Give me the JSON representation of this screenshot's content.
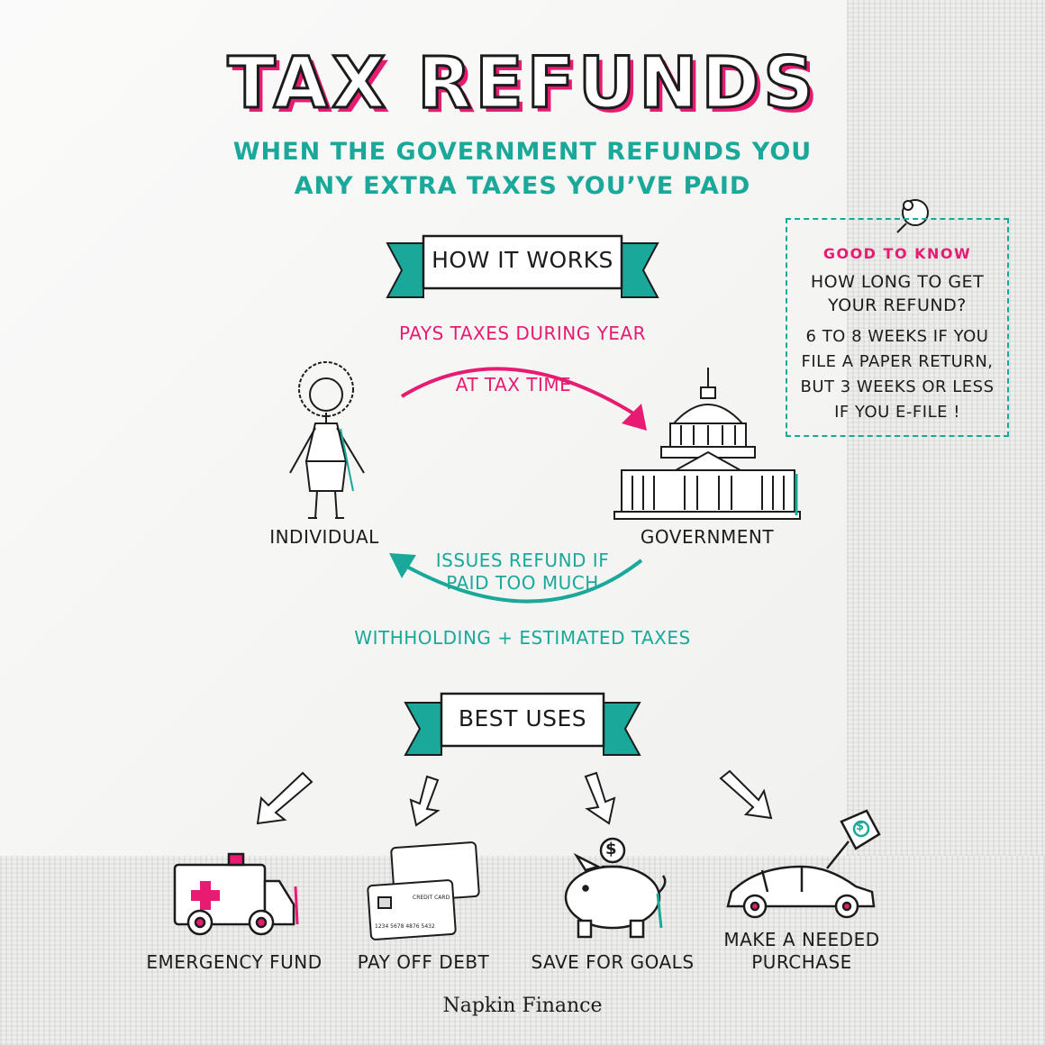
{
  "title": "TAX REFUNDS",
  "subtitle": {
    "line1": "WHEN THE GOVERNMENT REFUNDS YOU",
    "line2": "ANY EXTRA TAXES YOU’VE PAID"
  },
  "how_it_works": {
    "banner": "HOW IT WORKS",
    "top_arrow_label": "PAYS TAXES DURING YEAR",
    "top_arrow_sublabel": "AT TAX TIME",
    "left_node": "INDIVIDUAL",
    "right_node": "GOVERNMENT",
    "bottom_arrow_label_line1": "ISSUES REFUND IF",
    "bottom_arrow_label_line2": "PAID TOO MUCH",
    "bottom_caption": "WITHHOLDING + ESTIMATED TAXES"
  },
  "good_to_know": {
    "heading": "GOOD TO KNOW",
    "question_line1": "HOW LONG TO GET",
    "question_line2": "YOUR REFUND?",
    "answer_line1": "6 TO 8 WEEKS IF YOU",
    "answer_line2": "FILE A PAPER RETURN,",
    "answer_line3": "BUT 3 WEEKS OR LESS",
    "answer_line4": "IF YOU E-FILE !"
  },
  "best_uses": {
    "banner": "BEST USES",
    "items": [
      {
        "label": "EMERGENCY FUND",
        "icon": "ambulance-icon"
      },
      {
        "label": "PAY OFF DEBT",
        "icon": "credit-cards-icon"
      },
      {
        "label": "SAVE FOR GOALS",
        "icon": "piggy-bank-icon"
      },
      {
        "label_line1": "MAKE A NEEDED",
        "label_line2": "PURCHASE",
        "icon": "car-icon"
      }
    ],
    "card_text": {
      "card_title": "CREDIT CARD",
      "card_number": "1234 5678 4876 5432"
    },
    "piggy_symbol": "$",
    "tag_symbol": "$"
  },
  "brand": "Napkin Finance",
  "colors": {
    "accent_pink": "#e81b73",
    "accent_teal": "#1aa89b",
    "ink": "#1c1c1c"
  }
}
